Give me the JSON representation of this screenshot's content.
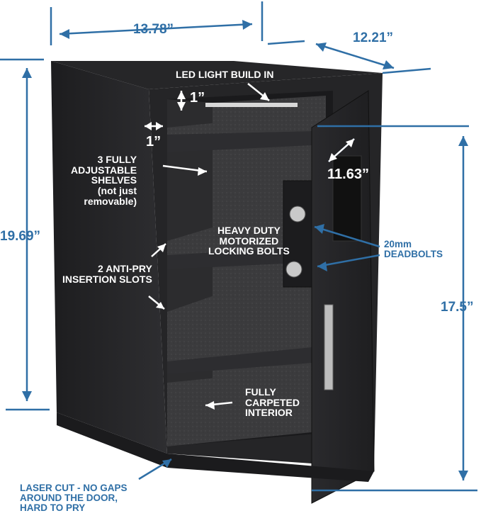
{
  "dimensions": {
    "width_top": "13.78”",
    "depth": "12.21”",
    "height_left": "19.69”",
    "door_height": "17.5”",
    "door_diagonal": "11.63”",
    "gap_top": "1”",
    "gap_side": "1”"
  },
  "callouts": {
    "led": "LED LIGHT BUILD IN",
    "shelves": [
      "3 FULLY",
      "ADJUSTABLE",
      "SHELVES",
      "(not just",
      "removable)"
    ],
    "locking": [
      "HEAVY DUTY",
      "MOTORIZED",
      "LOCKING BOLTS"
    ],
    "antipry": [
      "2 ANTI-PRY",
      "INSERTION SLOTS"
    ],
    "carpet": [
      "FULLY",
      "CARPETED",
      "INTERIOR"
    ],
    "deadbolts": [
      "20mm",
      "DEADBOLTS"
    ],
    "laser": [
      "LASER CUT - NO GAPS",
      "AROUND THE DOOR,",
      "HARD TO PRY"
    ]
  },
  "colors": {
    "dimension_blue": "#2f6fa6",
    "safe_body": "#2a2a2c",
    "carpet": "#3a3a3a",
    "callout_text": "#ffffff"
  }
}
